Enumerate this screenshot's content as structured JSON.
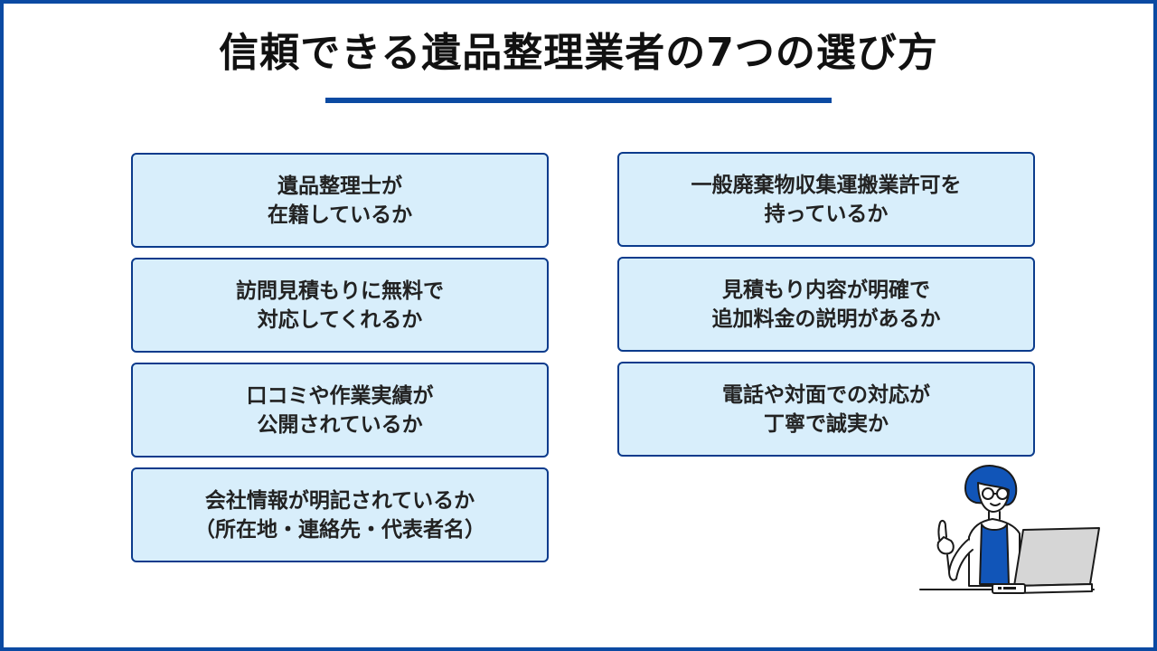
{
  "title": "信頼できる遺品整理業者の7つの選び方",
  "left_cards": [
    {
      "line1": "遺品整理士が",
      "line2": "在籍しているか"
    },
    {
      "line1": "訪問見積もりに無料で",
      "line2": "対応してくれるか"
    },
    {
      "line1": "口コミや作業実績が",
      "line2": "公開されているか"
    },
    {
      "line1": "会社情報が明記されているか",
      "line2": "（所在地・連絡先・代表者名）"
    }
  ],
  "right_cards": [
    {
      "line1": "一般廃棄物収集運搬業許可を",
      "line2": "持っているか"
    },
    {
      "line1": "見積もり内容が明確で",
      "line2": "追加料金の説明があるか"
    },
    {
      "line1": "電話や対面での対応が",
      "line2": "丁寧で誠実か"
    }
  ],
  "colors": {
    "accent": "#0b4aa2",
    "card_bg": "#d8eefb",
    "card_border": "#0b3b8c"
  },
  "illustration": "person-pointing-with-laptop"
}
